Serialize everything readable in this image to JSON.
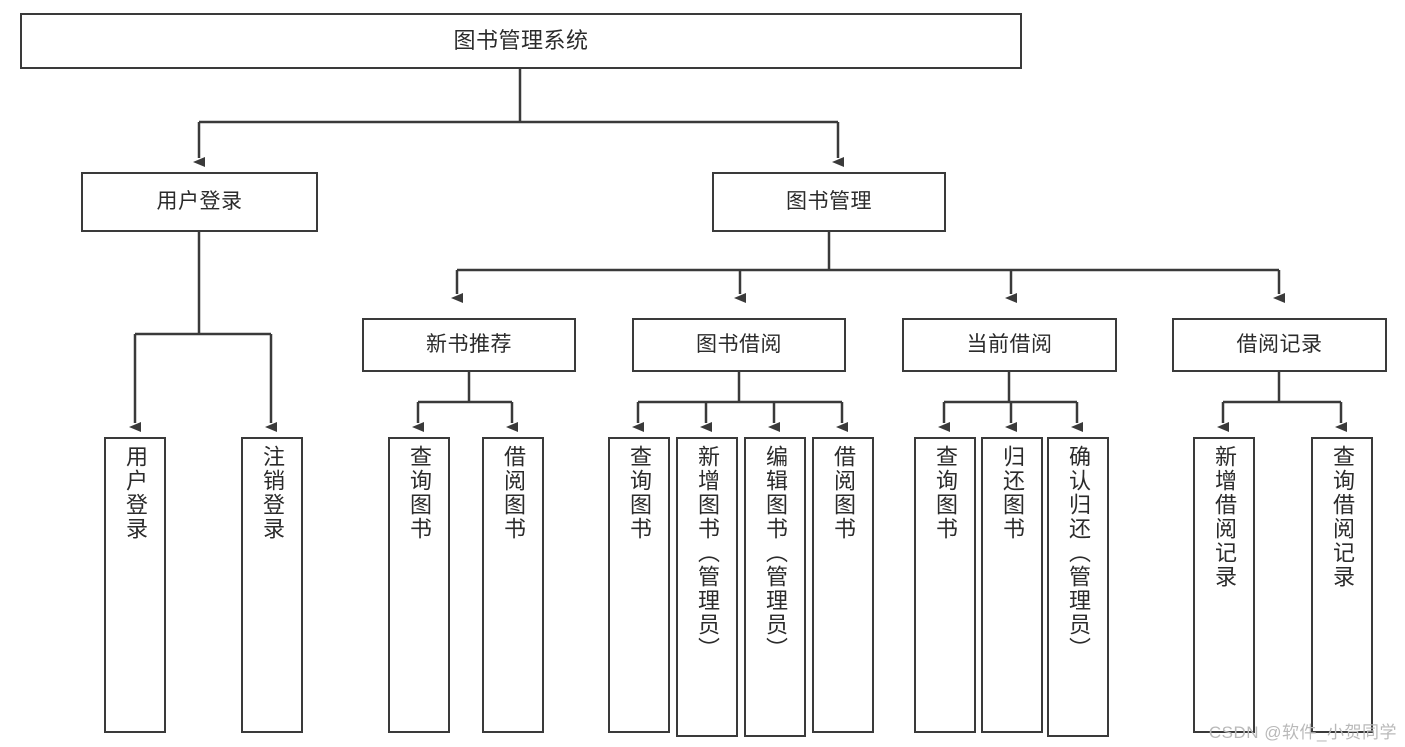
{
  "diagram": {
    "title": "图书管理系统",
    "type": "hierarchy-tree",
    "watermark": "CSDN @软件_小贺同学",
    "colors": {
      "stroke": "#3a3a3a",
      "fill": "#ffffff",
      "text": "#2b2b2b",
      "watermark": "#b9b9b9"
    },
    "nodes": {
      "root": {
        "label": "图书管理系统"
      },
      "level1": [
        {
          "label": "用户登录"
        },
        {
          "label": "图书管理"
        }
      ],
      "level2": [
        {
          "label": "新书推荐"
        },
        {
          "label": "图书借阅"
        },
        {
          "label": "当前借阅"
        },
        {
          "label": "借阅记录"
        }
      ],
      "leaves_user_login": [
        {
          "label": "用户登录"
        },
        {
          "label": "注销登录"
        }
      ],
      "leaves_new_book": [
        {
          "label": "查询图书"
        },
        {
          "label": "借阅图书"
        }
      ],
      "leaves_borrow": [
        {
          "label": "查询图书"
        },
        {
          "label": "新增图书（管理员）"
        },
        {
          "label": "编辑图书（管理员）"
        },
        {
          "label": "借阅图书"
        }
      ],
      "leaves_current": [
        {
          "label": "查询图书"
        },
        {
          "label": "归还图书"
        },
        {
          "label": "确认归还（管理员）"
        }
      ],
      "leaves_records": [
        {
          "label": "新增借阅记录"
        },
        {
          "label": "查询借阅记录"
        }
      ]
    }
  }
}
